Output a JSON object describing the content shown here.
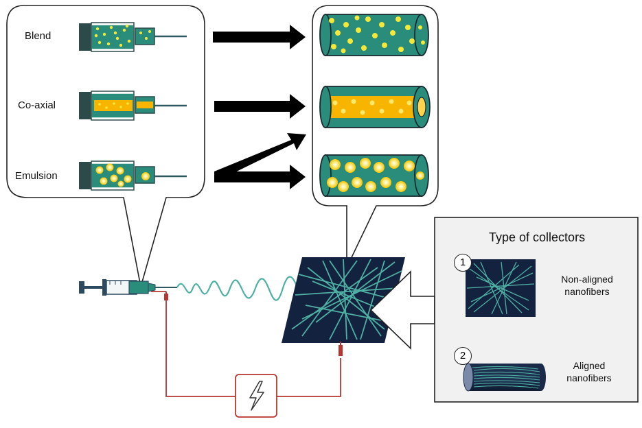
{
  "methods": {
    "blend": "Blend",
    "coaxial": "Co-axial",
    "emulsion": "Emulsion"
  },
  "collectors": {
    "title": "Type of collectors",
    "items": [
      {
        "number": "1",
        "label_line1": "Non-aligned",
        "label_line2": "nanofibers"
      },
      {
        "number": "2",
        "label_line1": "Aligned",
        "label_line2": "nanofibers"
      }
    ]
  },
  "colors": {
    "teal": "#2a8c7a",
    "fiber": "#4fb0a4",
    "navy": "#13233f",
    "yellow": "#f4e93a",
    "orange": "#f7b500",
    "wire": "#b8362f",
    "panel": "#f1f1f1"
  },
  "icons": [
    "syringe-icon",
    "lightning-icon",
    "arrow-icon",
    "fiber-icon",
    "collector-icon"
  ]
}
